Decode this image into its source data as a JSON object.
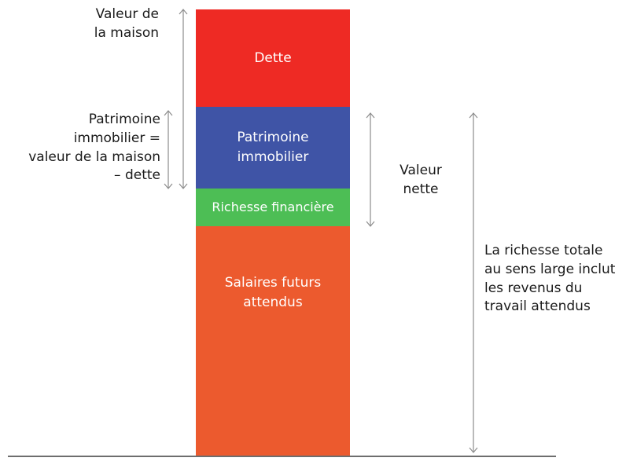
{
  "bar": {
    "segments": [
      {
        "id": "dette",
        "label": "Dette",
        "color": "#EE2A24"
      },
      {
        "id": "patrimoine",
        "label": "Patrimoine\nimmobilier",
        "color": "#3F54A6"
      },
      {
        "id": "financiere",
        "label": "Richesse financière",
        "color": "#4DBE55"
      },
      {
        "id": "salaires",
        "label": "Salaires futurs\nattendus",
        "color": "#EC5A2E"
      }
    ]
  },
  "annotations": {
    "valeur_maison": "Valeur de\nla maison",
    "patrimoine_immobilier": "Patrimoine\nimmobilier =\nvaleur de la maison\n– dette",
    "valeur_nette": "Valeur\nnette",
    "richesse_totale": "La richesse totale\nau sens large inclut\nles revenus du\ntravail attendus"
  },
  "colors": {
    "arrow": "#8C8C8C",
    "baseline": "#6E6E6E"
  }
}
